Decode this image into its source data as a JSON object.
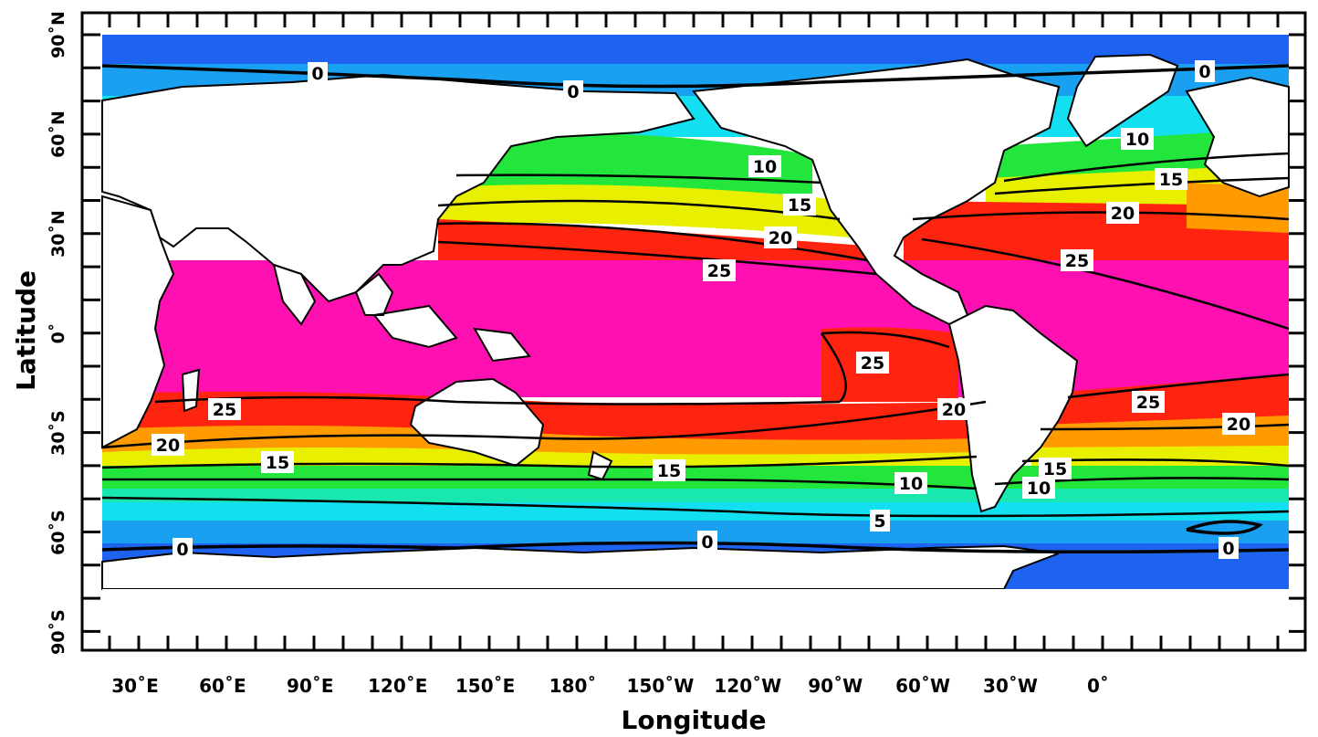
{
  "map": {
    "xlabel": "Longitude",
    "ylabel": "Latitude",
    "lon_ticks": [
      "30˚E",
      "60˚E",
      "90˚E",
      "120˚E",
      "150˚E",
      "180˚",
      "150˚W",
      "120˚W",
      "90˚W",
      "60˚W",
      "30˚W",
      "0˚"
    ],
    "lat_ticks": [
      "90˚N",
      "60˚N",
      "30˚N",
      "0˚",
      "30˚S",
      "60˚S",
      "90˚S"
    ],
    "contour_labels": [
      {
        "id": "north-0-a",
        "text": "0"
      },
      {
        "id": "north-0-b",
        "text": "0"
      },
      {
        "id": "north-0-c",
        "text": "0"
      },
      {
        "id": "pac-n-10",
        "text": "10"
      },
      {
        "id": "pac-n-15",
        "text": "15"
      },
      {
        "id": "pac-n-20",
        "text": "20"
      },
      {
        "id": "pac-n-25",
        "text": "25"
      },
      {
        "id": "atl-n-10",
        "text": "10"
      },
      {
        "id": "atl-n-15",
        "text": "15"
      },
      {
        "id": "atl-n-20",
        "text": "20"
      },
      {
        "id": "atl-n-25",
        "text": "25"
      },
      {
        "id": "ind-25",
        "text": "25"
      },
      {
        "id": "ind-20",
        "text": "20"
      },
      {
        "id": "ind-15",
        "text": "15"
      },
      {
        "id": "south-0-a",
        "text": "0"
      },
      {
        "id": "pac-e-25",
        "text": "25"
      },
      {
        "id": "pac-s-20",
        "text": "20"
      },
      {
        "id": "pac-s-15",
        "text": "15"
      },
      {
        "id": "pac-s-10",
        "text": "10"
      },
      {
        "id": "pac-s-5",
        "text": "5"
      },
      {
        "id": "south-0-b",
        "text": "0"
      },
      {
        "id": "atl-s-25",
        "text": "25"
      },
      {
        "id": "atl-s-20",
        "text": "20"
      },
      {
        "id": "atl-s-15",
        "text": "15"
      },
      {
        "id": "atl-s-10",
        "text": "10"
      },
      {
        "id": "south-0-c",
        "text": "0"
      }
    ],
    "colors": {
      "frame": "#000000",
      "land": "#ffffff",
      "ice": "#1e63f0",
      "cold": "#1aa0f0",
      "cyan": "#12e0f0",
      "teal": "#18e8b0",
      "green": "#22e63c",
      "yellow": "#e8f000",
      "orange": "#ff9a00",
      "red": "#ff2410",
      "magenta": "#ff10b0"
    }
  }
}
